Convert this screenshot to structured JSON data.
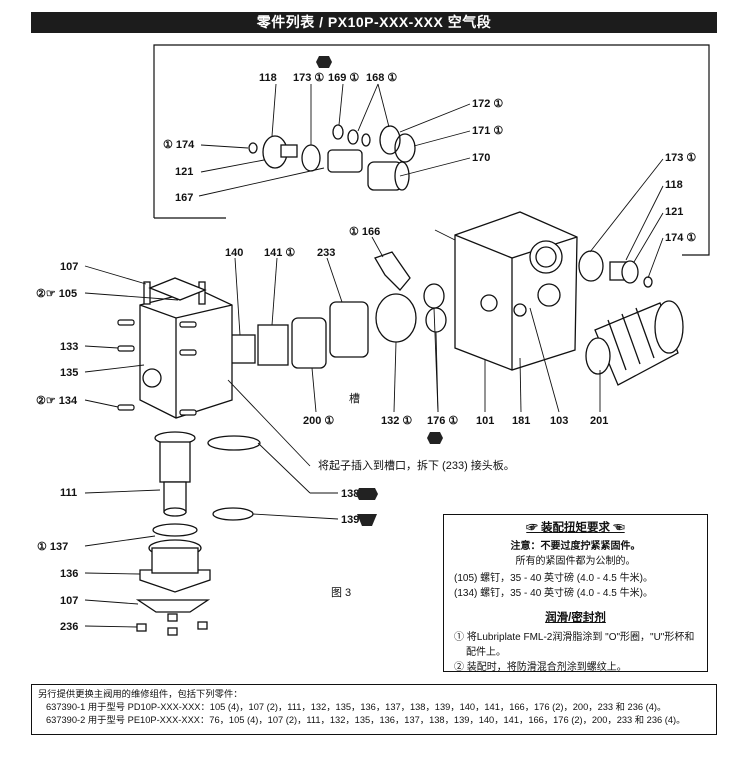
{
  "title": "零件列表 / PX10P-XXX-XXX 空气段",
  "labels": {
    "l118a": "118",
    "l173a": "173 ①",
    "l169": "169 ①",
    "l168": "168 ①",
    "l172": "172 ①",
    "l171": "171 ①",
    "l170": "170",
    "l174a": "① 174",
    "l121a": "121",
    "l167": "167",
    "l173b": "173 ①",
    "l118b": "118",
    "l121b": "121",
    "l174b": "174 ①",
    "l166": "① 166",
    "l140": "140",
    "l141": "141 ①",
    "l233": "233",
    "l107a": "107",
    "l105": "②☞ 105",
    "l133": "133",
    "l135": "135",
    "l134": "②☞ 134",
    "l200": "200 ①",
    "l132": "132 ①",
    "l176": "176 ①",
    "l101": "101",
    "l181": "181",
    "l103": "103",
    "l201": "201",
    "slot": "槽",
    "l111": "111",
    "l138": "138 ①",
    "l139": "139 ①",
    "l137": "① 137",
    "l136": "136",
    "l107b": "107",
    "l236": "236"
  },
  "callout": "将起子插入到槽口，拆下 (233) 接头板。",
  "figure_label": "图 3",
  "torque": {
    "heading": "☞ 装配扭矩要求 ☜",
    "warn1": "注意：不要过度拧紧紧固件。",
    "warn2": "所有的紧固件都为公制的。",
    "spec1": "(105) 螺钉，35 - 40 英寸磅 (4.0 - 4.5 牛米)。",
    "spec2": "(134) 螺钉，35 - 40 英寸磅 (4.0 - 4.5 牛米)。"
  },
  "lube": {
    "heading": "润滑/密封剂",
    "item1a": "① 将Lubriplate FML-2润滑脂涂到 \"O\"形圈，\"U\"形杯和",
    "item1b": "配件上。",
    "item2": "② 装配时，将防滑混合剂涂到螺纹上。"
  },
  "footer": {
    "intro": "另行提供更换主阀用的维修组件，包括下列零件：",
    "kit1": "637390-1 用于型号 PD10P-XXX-XXX：105 (4)，107 (2)，111，132，135，136，137，138，139，140，141，166，176 (2)，200，233 和 236 (4)。",
    "kit2": "637390-2 用于型号 PE10P-XXX-XXX：76，105 (4)，107 (2)，111，132，135，136，137，138，139，140，141，166，176 (2)，200，233 和 236 (4)。"
  }
}
